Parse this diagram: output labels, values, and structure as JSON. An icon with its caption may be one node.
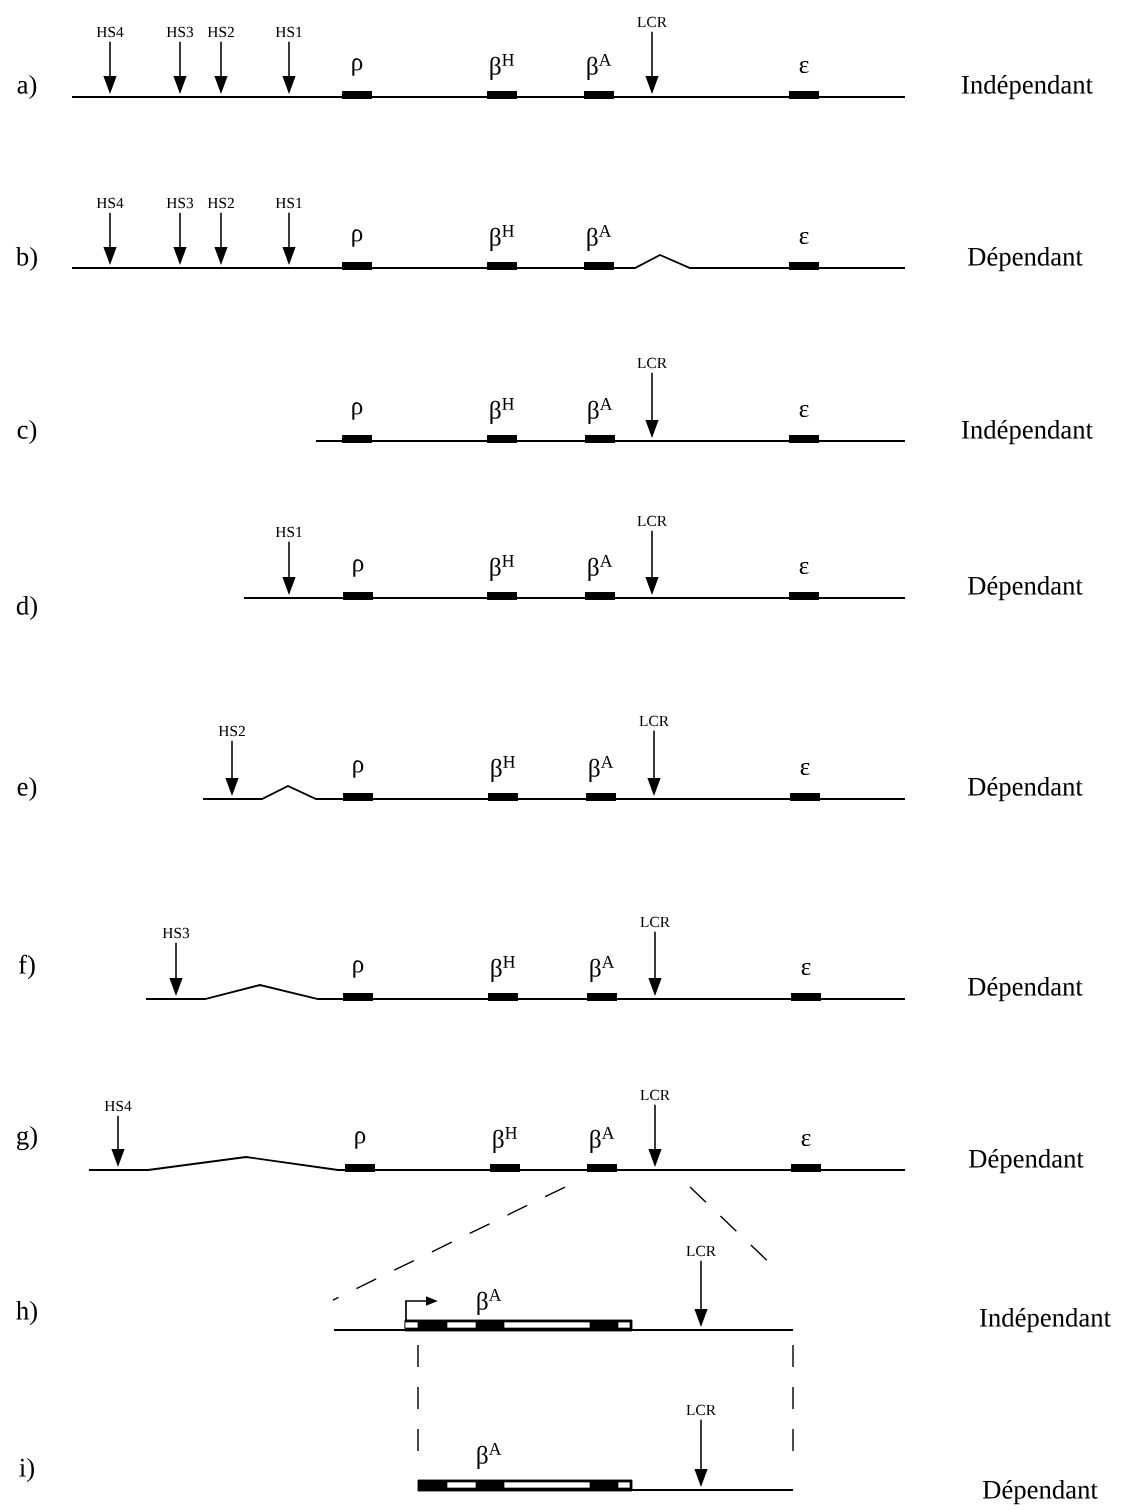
{
  "diagram": {
    "nodes": [
      {
        "text": [
          "HS4"
        ]
      },
      {
        "text": [
          "HS3"
        ]
      },
      {
        "text": [
          "HS2"
        ]
      },
      {
        "text": [
          "HS1"
        ]
      },
      {
        "text": [
          "ρ"
        ]
      },
      {
        "text": [
          "β$^{H}$"
        ]
      },
      {
        "text": [
          "β$^{A}$"
        ]
      },
      {
        "text": [
          "LCR"
        ]
      },
      {
        "text": [
          "ε"
        ]
      },
      {
        "text": [
          "HS4"
        ]
      },
      {
        "text": [
          "HS3"
        ]
      },
      {
        "text": [
          "HS2"
        ]
      },
      {
        "text": [
          "HS1"
        ]
      },
      {
        "text": [
          "ρ"
        ]
      },
      {
        "text": [
          "β$^{H}$"
        ]
      },
      {
        "text": [
          "β$^{A}$"
        ]
      },
      {
        "text": [
          "ε"
        ]
      },
      {
        "text": [
          "ρ"
        ]
      },
      {
        "text": [
          "β$^{H}$"
        ]
      },
      {
        "text": [
          "β$^{A}$"
        ]
      },
      {
        "text": [
          "LCR"
        ]
      },
      {
        "text": [
          "ε"
        ]
      },
      {
        "text": [
          "HS1"
        ]
      },
      {
        "text": [
          "ρ"
        ]
      },
      {
        "text": [
          "β$^{H}$"
        ]
      },
      {
        "text": [
          "β$^{A}$"
        ]
      },
      {
        "text": [
          "LCR"
        ]
      },
      {
        "text": [
          "ε"
        ]
      },
      {
        "text": [
          "HS2"
        ]
      },
      {
        "text": [
          "ρ"
        ]
      },
      {
        "text": [
          "β$^{H}$"
        ]
      },
      {
        "text": [
          "β$^{A}$"
        ]
      },
      {
        "text": [
          "LCR"
        ]
      },
      {
        "text": [
          "ε"
        ]
      },
      {
        "text": [
          "HS3"
        ]
      },
      {
        "text": [
          "ρ"
        ]
      },
      {
        "text": [
          "β$^{H}$"
        ]
      },
      {
        "text": [
          "β$^{A}$"
        ]
      },
      {
        "text": [
          "LCR"
        ]
      },
      {
        "text": [
          "ε"
        ]
      },
      {
        "text": [
          "HS4"
        ]
      },
      {
        "text": [
          "ρ"
        ]
      },
      {
        "text": [
          "β$^{H}$"
        ]
      },
      {
        "text": [
          "β$^{A}$"
        ]
      },
      {
        "text": [
          "LCR"
        ]
      },
      {
        "text": [
          "ε"
        ]
      },
      {
        "text": [
          "β$^{A}$"
        ]
      },
      {
        "text": [
          "LCR"
        ]
      },
      {
        "text": [
          "β$^{A}$"
        ]
      },
      {
        "text": [
          "LCR"
        ]
      }
    ],
    "edges": [
      {
        "from": 0,
        "to": null,
        "arrow": "to"
      },
      {
        "from": 1,
        "to": null,
        "arrow": "to"
      },
      {
        "from": 2,
        "to": null,
        "arrow": "to"
      },
      {
        "from": 3,
        "to": null,
        "arrow": "to"
      },
      {
        "from": 7,
        "to": null,
        "arrow": "to"
      },
      {
        "from": 9,
        "to": null,
        "arrow": "to"
      },
      {
        "from": 10,
        "to": null,
        "arrow": "to"
      },
      {
        "from": 11,
        "to": null,
        "arrow": "to"
      },
      {
        "from": 12,
        "to": null,
        "arrow": "to"
      },
      {
        "from": 20,
        "to": null,
        "arrow": "to"
      },
      {
        "from": 22,
        "to": null,
        "arrow": "to"
      },
      {
        "from": 26,
        "to": null,
        "arrow": "to"
      },
      {
        "from": 28,
        "to": null,
        "arrow": "to"
      },
      {
        "from": 32,
        "to": null,
        "arrow": "to"
      },
      {
        "from": 34,
        "to": null,
        "arrow": "to"
      },
      {
        "from": 38,
        "to": null,
        "arrow": "to"
      },
      {
        "from": 40,
        "to": null,
        "arrow": "to"
      },
      {
        "from": 44,
        "to": null,
        "arrow": "to"
      },
      {
        "from": 47,
        "to": null,
        "arrow": "to"
      },
      {
        "from": 49,
        "to": null,
        "arrow": "to"
      }
    ],
    "labels": [
      "a)",
      "Indépendant",
      "b)",
      "Dépendant",
      "c)",
      "Indépendant",
      "d)",
      "Dépendant",
      "e)",
      "Dépendant",
      "f)",
      "Dépendant",
      "g)",
      "Dépendant",
      "h)",
      "Indépendant",
      "i)",
      "Dépendant"
    ]
  }
}
